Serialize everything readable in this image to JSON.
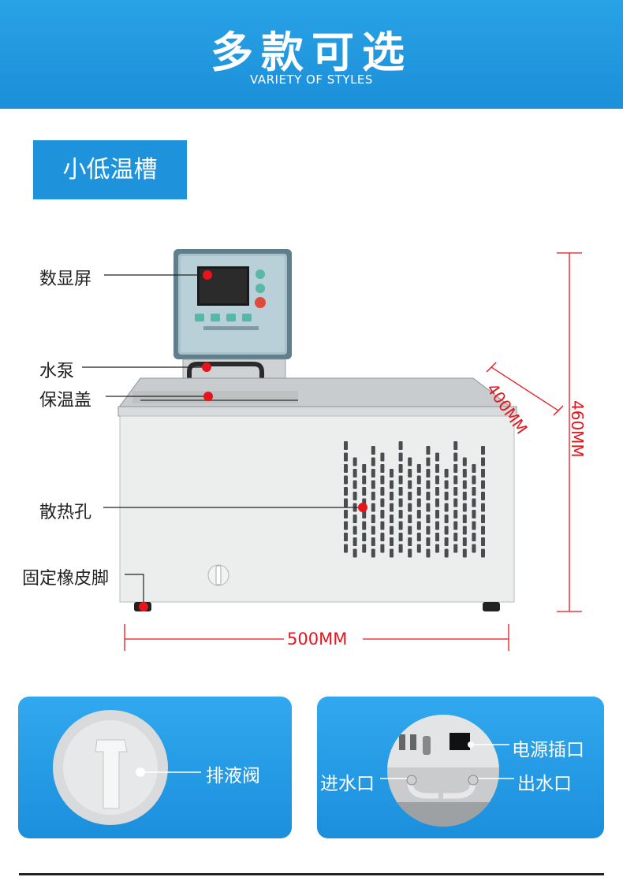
{
  "banner": {
    "title": "多款可选",
    "subtitle": "VARIETY OF STYLES"
  },
  "section": {
    "label": "小低温槽"
  },
  "callouts": {
    "display": "数显屏",
    "pump": "水泵",
    "lid": "保温盖",
    "vents": "散热孔",
    "feet": "固定橡皮脚"
  },
  "dimensions": {
    "depth": "400MM",
    "height": "460MM",
    "width": "500MM"
  },
  "details": {
    "drain_valve": "排液阀",
    "power_socket": "电源插口",
    "water_inlet": "进水口",
    "water_outlet": "出水口"
  },
  "colors": {
    "accent_blue": "#1e92db",
    "marker_red": "#e8141c",
    "dimension_red": "#e8141c"
  }
}
